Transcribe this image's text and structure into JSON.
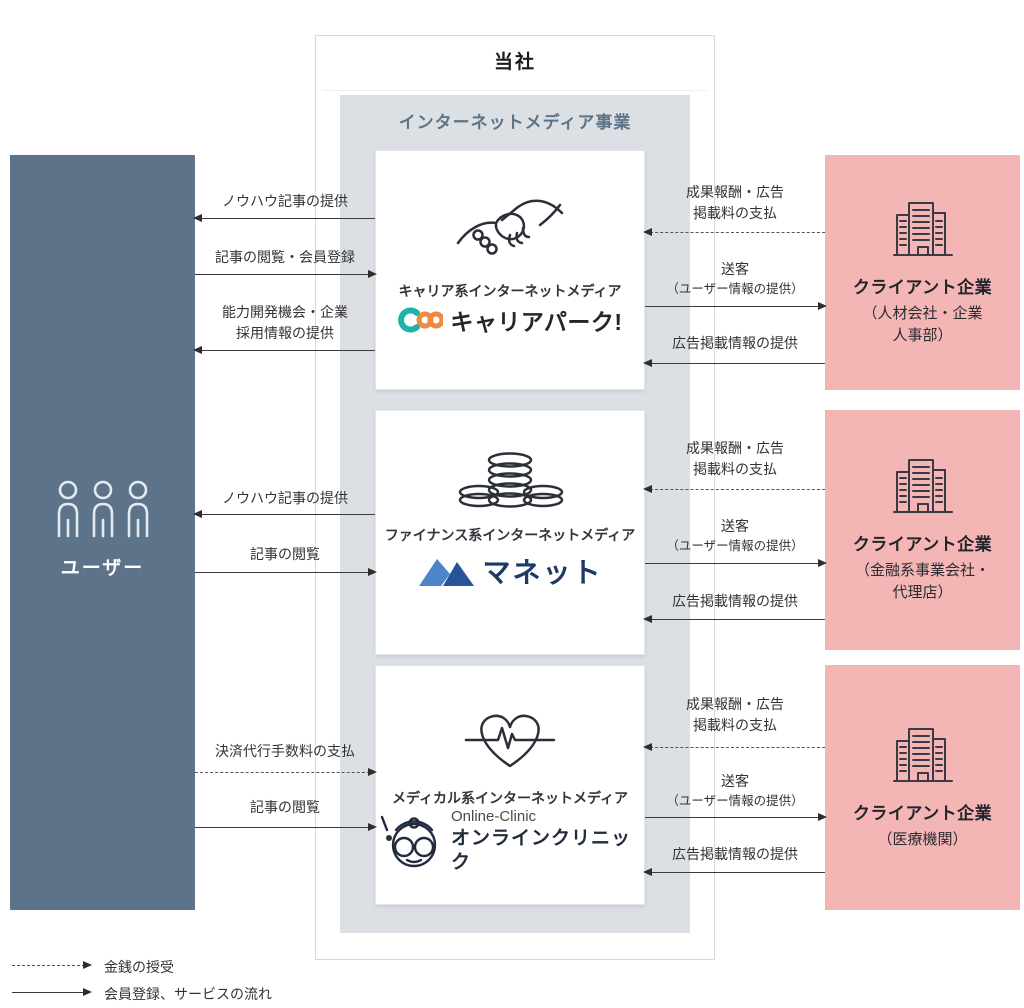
{
  "company": {
    "title": "当社",
    "division": "インターネットメディア事業"
  },
  "user": {
    "label": "ユーザー"
  },
  "media": [
    {
      "icon": "handshake-icon",
      "category": "キャリア系インターネットメディア",
      "logo": "キャリアパーク!"
    },
    {
      "icon": "coins-icon",
      "category": "ファイナンス系インターネットメディア",
      "logo": "マネット"
    },
    {
      "icon": "heart-pulse-icon",
      "category": "メディカル系インターネットメディア",
      "logo_en": "Online-Clinic",
      "logo": "オンラインクリニック"
    }
  ],
  "clients": [
    {
      "title": "クライアント企業",
      "subtitle_lines": [
        "（人材会社・企業",
        "人事部）"
      ]
    },
    {
      "title": "クライアント企業",
      "subtitle_lines": [
        "（金融系事業会社・",
        "代理店）"
      ]
    },
    {
      "title": "クライアント企業",
      "subtitle_lines": [
        "（医療機関）"
      ]
    }
  ],
  "left_flow_groups": [
    {
      "flows": [
        {
          "label": "ノウハウ記事の提供",
          "dir": "left",
          "style": "solid"
        },
        {
          "label": "記事の閲覧・会員登録",
          "dir": "right",
          "style": "solid"
        },
        {
          "lines": [
            "能力開発機会・企業",
            "採用情報の提供"
          ],
          "dir": "left",
          "style": "solid"
        }
      ]
    },
    {
      "flows": [
        {
          "label": "ノウハウ記事の提供",
          "dir": "left",
          "style": "solid"
        },
        {
          "label": "記事の閲覧",
          "dir": "right",
          "style": "solid"
        }
      ]
    },
    {
      "flows": [
        {
          "label": "決済代行手数料の支払",
          "dir": "right",
          "style": "dashed"
        },
        {
          "label": "記事の閲覧",
          "dir": "right",
          "style": "solid"
        }
      ]
    }
  ],
  "right_flow_groups": [
    {
      "flows": [
        {
          "lines": [
            "成果報酬・広告",
            "掲載料の支払"
          ],
          "dir": "left",
          "style": "dashed"
        },
        {
          "lines": [
            "送客",
            "（ユーザー情報の提供）"
          ],
          "dir": "right",
          "style": "solid"
        },
        {
          "label": "広告掲載情報の提供",
          "dir": "left",
          "style": "solid"
        }
      ]
    },
    {
      "flows": [
        {
          "lines": [
            "成果報酬・広告",
            "掲載料の支払"
          ],
          "dir": "left",
          "style": "dashed"
        },
        {
          "lines": [
            "送客",
            "（ユーザー情報の提供）"
          ],
          "dir": "right",
          "style": "solid"
        },
        {
          "label": "広告掲載情報の提供",
          "dir": "left",
          "style": "solid"
        }
      ]
    },
    {
      "flows": [
        {
          "lines": [
            "成果報酬・広告",
            "掲載料の支払"
          ],
          "dir": "left",
          "style": "dashed"
        },
        {
          "lines": [
            "送客",
            "（ユーザー情報の提供）"
          ],
          "dir": "right",
          "style": "solid"
        },
        {
          "label": "広告掲載情報の提供",
          "dir": "left",
          "style": "solid"
        }
      ]
    }
  ],
  "legend": [
    {
      "style": "dashed",
      "label": "金銭の授受"
    },
    {
      "style": "solid",
      "label": "会員登録、サービスの流れ"
    }
  ],
  "colors": {
    "user_box": "#5d7389",
    "client_bg": "#f4b6b4",
    "panel_bg": "#dce0e4",
    "slate": "#5d7389",
    "careerpark_teal": "#1fb3a7",
    "careerpark_orange": "#ed8a3f",
    "manet_light": "#4c86c9",
    "manet_dark": "#27539b"
  }
}
